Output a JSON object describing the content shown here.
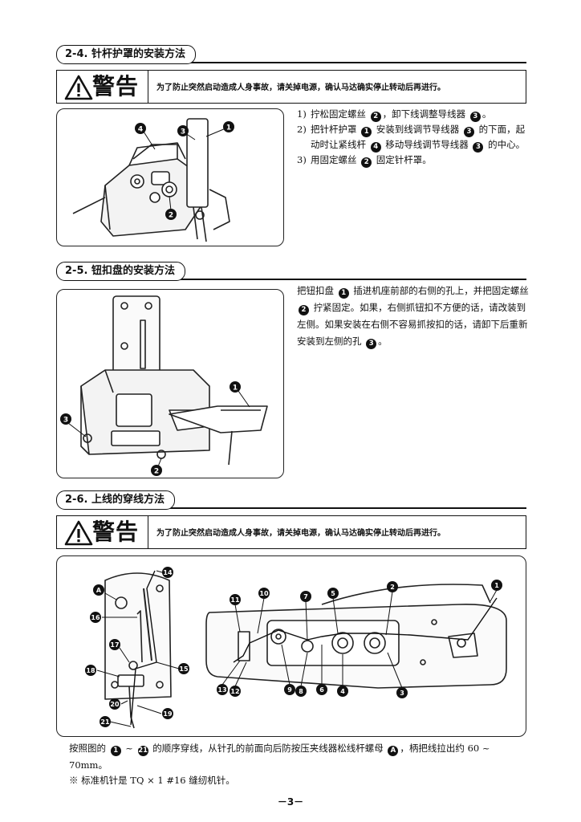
{
  "sections": [
    {
      "title": "2-4. 针杆护罩的安装方法",
      "steps": [
        {
          "num": "1)",
          "parts": [
            {
              "t": "拧松固定螺丝 "
            },
            {
              "c": "2"
            },
            {
              "t": "，卸下线调整导线器 "
            },
            {
              "c": "3"
            },
            {
              "t": "。"
            }
          ]
        },
        {
          "num": "2)",
          "parts": [
            {
              "t": "把针杆护罩 "
            },
            {
              "c": "1"
            },
            {
              "t": " 安装到线调节导线器 "
            },
            {
              "c": "3"
            },
            {
              "t": " 的下面，起动时让紧线杆 "
            },
            {
              "c": "4"
            },
            {
              "t": " 移动导线调节导线器 "
            },
            {
              "c": "3"
            },
            {
              "t": " 的中心。"
            }
          ]
        },
        {
          "num": "3)",
          "parts": [
            {
              "t": "用固定螺丝 "
            },
            {
              "c": "2"
            },
            {
              "t": " 固定针杆罩。"
            }
          ]
        }
      ],
      "figure_labels": [
        "4",
        "3",
        "1",
        "2"
      ]
    },
    {
      "title": "2-5. 钮扣盘的安装方法",
      "paragraph": [
        {
          "t": "把钮扣盘 "
        },
        {
          "c": "1"
        },
        {
          "t": " 插进机座前部的右侧的孔上，并把固定螺丝 "
        },
        {
          "c": "2"
        },
        {
          "t": " 拧紧固定。如果，右侧抓钮扣不方便的话，请改装到左侧。如果安装在右侧不容易抓按扣的话，请卸下后重新安装到左侧的孔 "
        },
        {
          "c": "3"
        },
        {
          "t": "。"
        }
      ],
      "figure_labels": [
        "1",
        "3",
        "2"
      ]
    },
    {
      "title": "2-6. 上线的穿线方法",
      "figure_labels_left": [
        "A",
        "14",
        "16",
        "17",
        "15",
        "18",
        "20",
        "19",
        "21"
      ],
      "figure_labels_right": [
        "11",
        "10",
        "7",
        "5",
        "2",
        "1",
        "13",
        "12",
        "9",
        "8",
        "6",
        "4",
        "3"
      ],
      "paragraph": [
        {
          "t": "按照图的 "
        },
        {
          "c": "1"
        },
        {
          "t": " ~ "
        },
        {
          "c": "21"
        },
        {
          "t": " 的顺序穿线，从针孔的前面向后防按压夹线器松线杆螺母 "
        },
        {
          "c": "A"
        },
        {
          "t": "，柄把线拉出约 60 ~ 70mm。"
        }
      ],
      "note": "※ 标准机针是 TQ × 1 #16 缝纫机针。"
    }
  ],
  "warning": {
    "word": "警告",
    "message": "为了防止突然启动造成人身事故，请关掉电源，确认马达确实停止转动后再进行。"
  },
  "page_number": "－3－"
}
